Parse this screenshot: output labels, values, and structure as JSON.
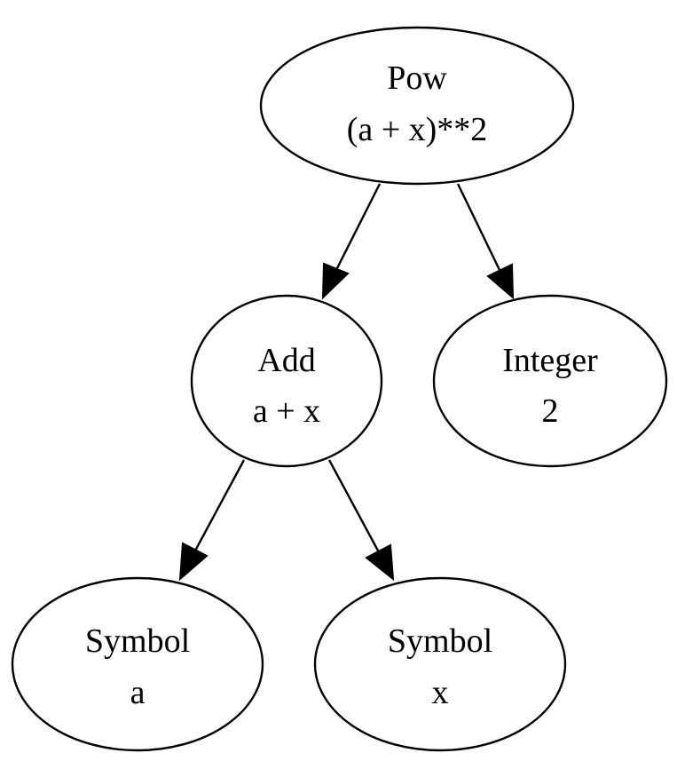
{
  "diagram": {
    "type": "expression-tree",
    "nodes": {
      "pow": {
        "type_label": "Pow",
        "expr": "(a + x)**2"
      },
      "add": {
        "type_label": "Add",
        "expr": "a + x"
      },
      "integer": {
        "type_label": "Integer",
        "expr": "2"
      },
      "symbol_a": {
        "type_label": "Symbol",
        "expr": "a"
      },
      "symbol_x": {
        "type_label": "Symbol",
        "expr": "x"
      }
    },
    "edges": [
      {
        "from": "pow",
        "to": "add"
      },
      {
        "from": "pow",
        "to": "integer"
      },
      {
        "from": "add",
        "to": "symbol_a"
      },
      {
        "from": "add",
        "to": "symbol_x"
      }
    ],
    "colors": {
      "stroke": "#000000",
      "fill": "#ffffff",
      "background": "#ffffff"
    }
  }
}
